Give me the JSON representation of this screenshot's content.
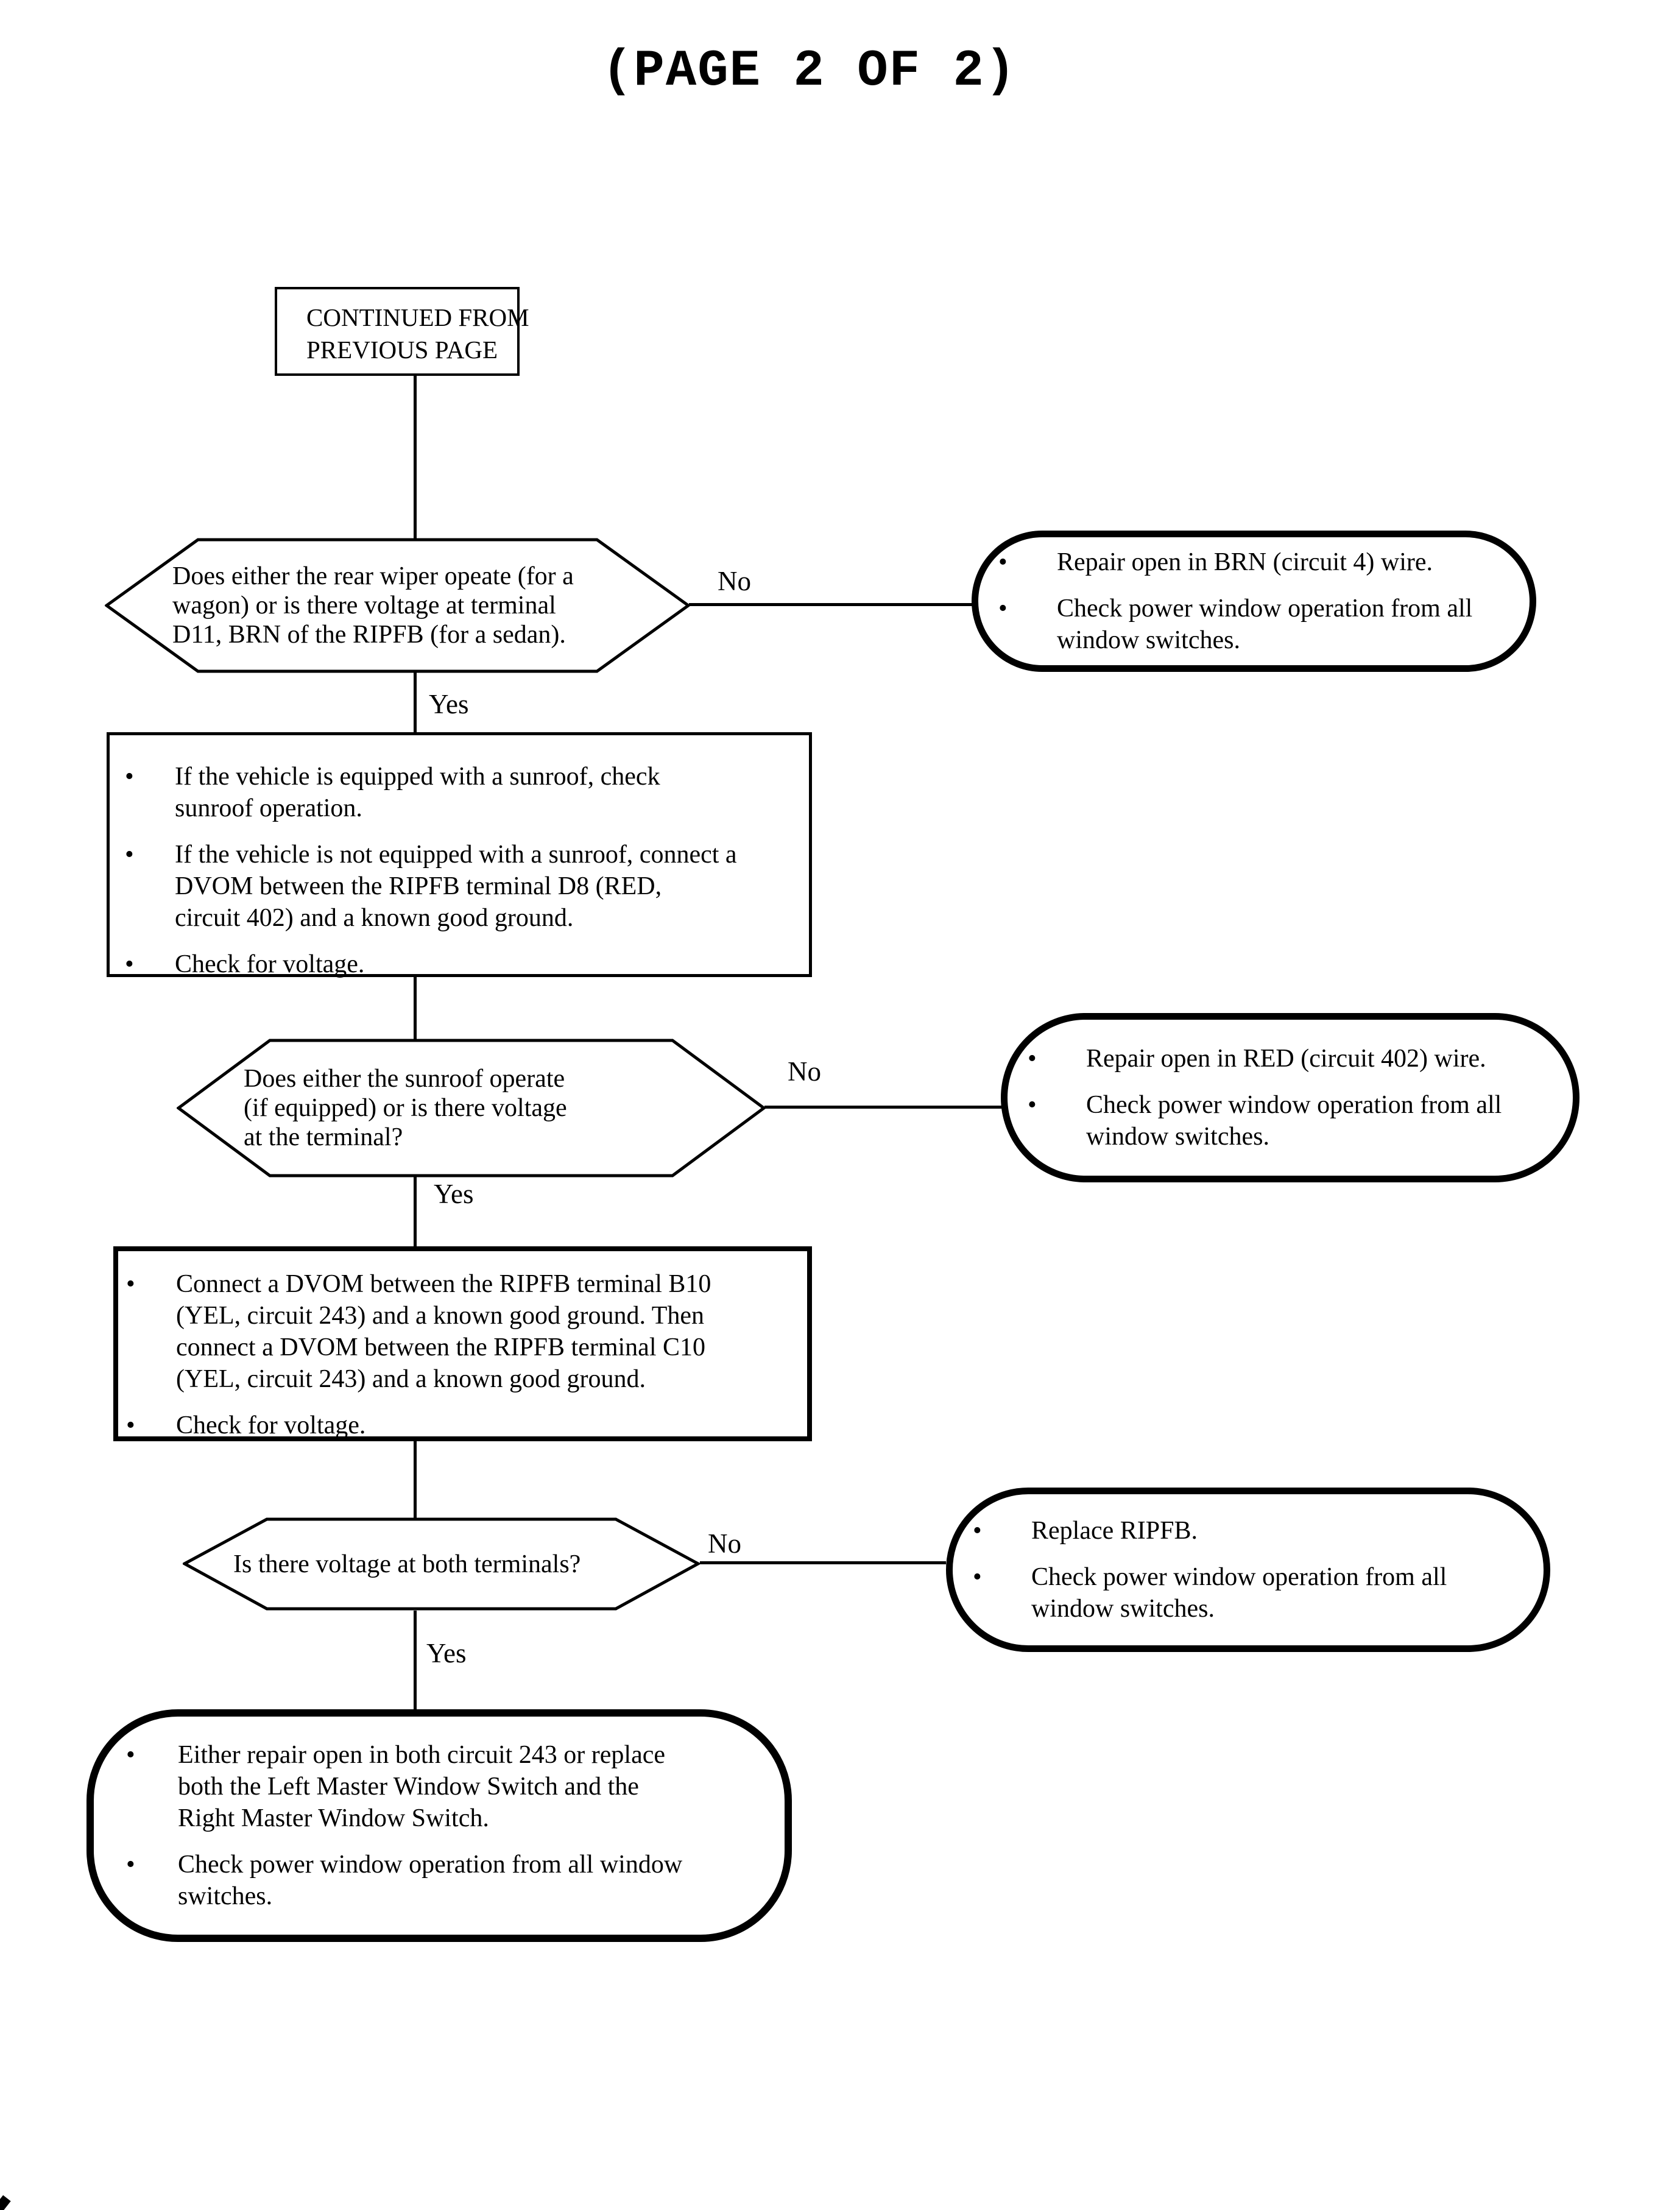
{
  "title": "(PAGE 2 OF 2)",
  "labels": {
    "yes": "Yes",
    "no": "No"
  },
  "nodes": {
    "continued": {
      "lines": [
        "CONTINUED FROM",
        "PREVIOUS PAGE"
      ]
    },
    "decision_rear_wiper": {
      "lines": [
        "Does either the rear wiper opeate (for a",
        "wagon) or is there voltage at terminal",
        "D11, BRN of the RIPFB (for a sedan)."
      ]
    },
    "terminal_brn": {
      "bullets": [
        [
          "Repair open in BRN (circuit 4) wire."
        ],
        [
          "Check power window operation from all",
          "window switches."
        ]
      ]
    },
    "action_sunroof_check": {
      "bullets": [
        [
          "If the vehicle is equipped with a sunroof, check",
          "sunroof operation."
        ],
        [
          "If the vehicle is not equipped with a sunroof, connect a",
          "DVOM between the RIPFB terminal D8 (RED,",
          "circuit 402) and a known good ground."
        ],
        [
          "Check for voltage."
        ]
      ]
    },
    "decision_sunroof": {
      "lines": [
        "Does either the sunroof operate",
        "(if equipped) or is there voltage",
        "at the terminal?"
      ]
    },
    "terminal_red": {
      "bullets": [
        [
          "Repair open in RED (circuit 402) wire."
        ],
        [
          "Check power window operation from all",
          "window switches."
        ]
      ]
    },
    "action_dvom_243": {
      "bullets": [
        [
          "Connect a DVOM between the RIPFB terminal B10",
          "(YEL, circuit 243) and a known good ground. Then",
          "connect a DVOM between the RIPFB terminal C10",
          "(YEL, circuit 243) and a known good ground."
        ],
        [
          "Check for voltage."
        ]
      ]
    },
    "decision_both_terminals": {
      "lines": [
        "Is there voltage at both terminals?"
      ]
    },
    "terminal_replace_ripfb": {
      "bullets": [
        [
          "Replace RIPFB."
        ],
        [
          "Check power window operation from all",
          "window switches."
        ]
      ]
    },
    "terminal_circuit_243": {
      "bullets": [
        [
          "Either repair open in both circuit 243 or replace",
          "both the Left Master Window Switch and the",
          "Right Master Window Switch."
        ],
        [
          "Check power window operation from all window",
          "switches."
        ]
      ]
    }
  }
}
